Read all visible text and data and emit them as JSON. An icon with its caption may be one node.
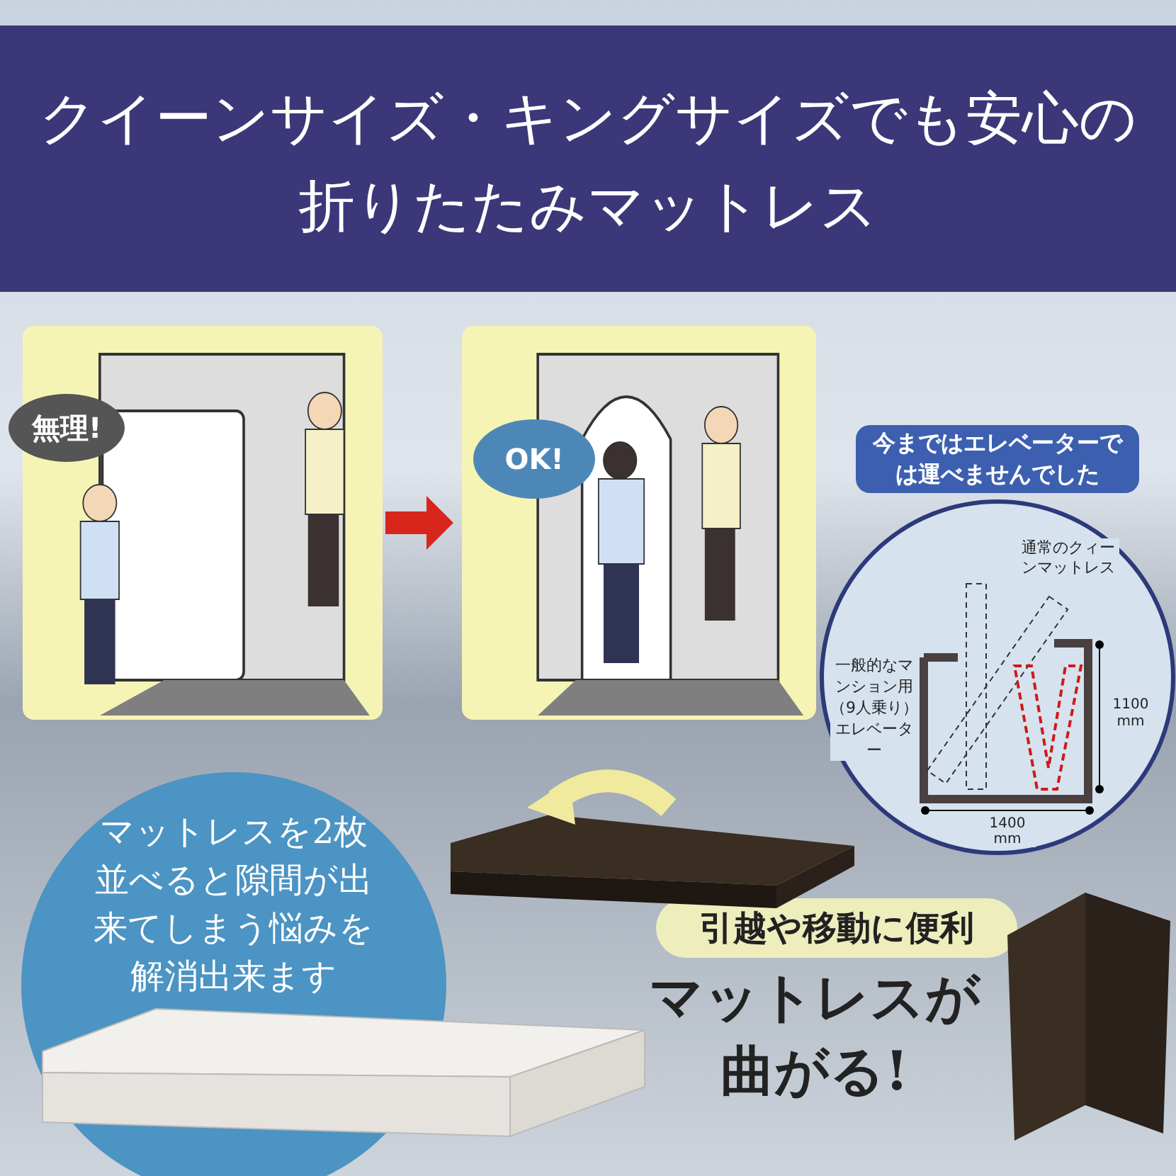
{
  "diagram": {
    "title": "クイーンサイズ・キングサイズでも安心の折りたたみマットレス",
    "nodes": [
      {
        "text": [],
        "shape": "picture"
      },
      {
        "text": [
          "無理!"
        ]
      },
      {
        "text": [],
        "shape": "picture"
      },
      {
        "text": [
          "OK!"
        ],
        "in": 2
      },
      {
        "text": [
          "今まではエレベーターでは運べませんでした"
        ]
      },
      {
        "text": [
          "マットレスを2枚並べると隙間が出来てしまう悩みを解消出来ます"
        ]
      },
      {
        "text": [
          "引越や移動に便利"
        ]
      }
    ],
    "edges": [
      {
        "from": 0,
        "to": 2,
        "arrow": "to",
        "color": "#d8261c"
      }
    ],
    "labels": [
      "通常のクィーンマットレス",
      "一般的なマンション用（9人乗り）エレベーター",
      "1100 mm",
      "1400 mm",
      "マットレスが曲がる!"
    ]
  }
}
